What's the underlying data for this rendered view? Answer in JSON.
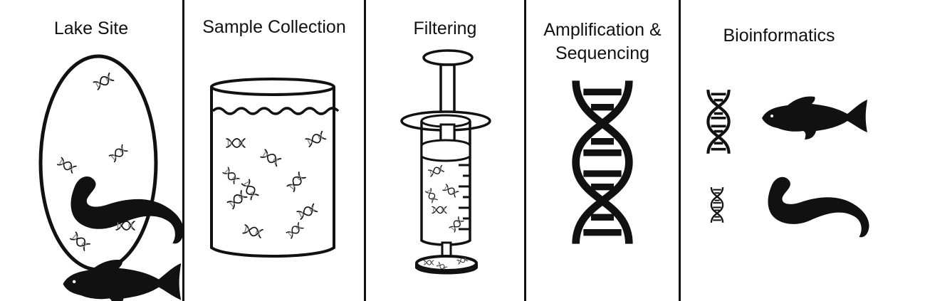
{
  "panels": [
    {
      "title": "Lake Site"
    },
    {
      "title": "Sample Collection"
    },
    {
      "title": "Filtering"
    },
    {
      "title": "Amplification &",
      "title_line2": "Sequencing"
    },
    {
      "title": "Bioinformatics"
    }
  ],
  "icons": {
    "dna": "dna-helix-icon",
    "fish": "fish-silhouette-icon",
    "eel": "eel-silhouette-icon"
  },
  "colors": {
    "ink": "#111111",
    "background": "#ffffff"
  }
}
